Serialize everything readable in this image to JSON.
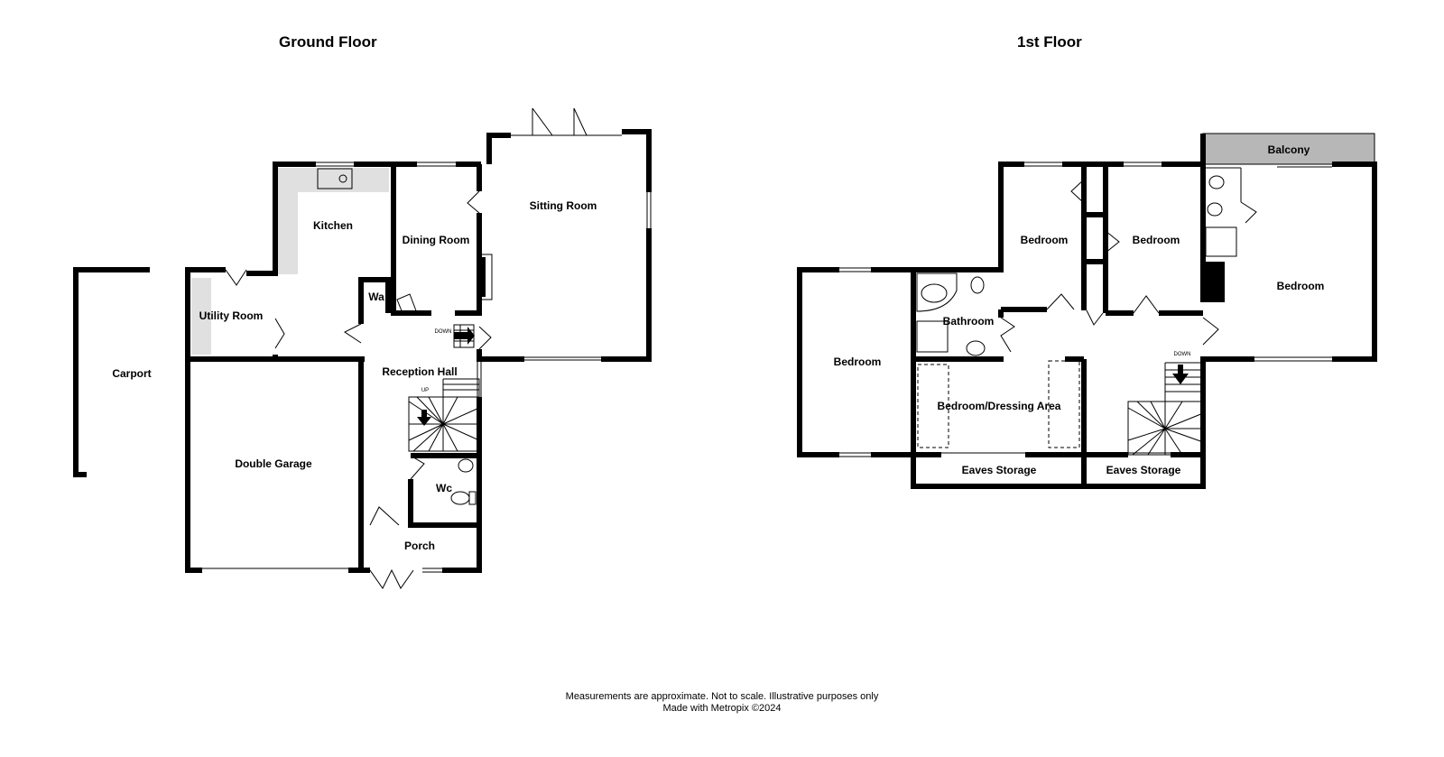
{
  "floors": {
    "ground": {
      "title": "Ground Floor",
      "rooms": {
        "carport": "Carport",
        "utility": "Utility Room",
        "kitchen": "Kitchen",
        "dining": "Dining Room",
        "sitting": "Sitting Room",
        "wa": "Wa",
        "reception": "Reception Hall",
        "garage": "Double Garage",
        "wc": "Wc",
        "porch": "Porch"
      },
      "stairs": {
        "down": "DOWN",
        "up": "UP"
      }
    },
    "first": {
      "title": "1st Floor",
      "rooms": {
        "balcony": "Balcony",
        "bedroom_left": "Bedroom",
        "bathroom": "Bathroom",
        "bedroom_mid1": "Bedroom",
        "bedroom_mid2": "Bedroom",
        "bedroom_right": "Bedroom",
        "dressing": "Bedroom/Dressing Area",
        "eaves1": "Eaves Storage",
        "eaves2": "Eaves Storage"
      },
      "stairs": {
        "down": "DOWN"
      }
    }
  },
  "colors": {
    "wall": "#000000",
    "kitchen_counter": "#e0e0e0",
    "balcony": "#b7b7b7"
  },
  "footer": {
    "line1": "Measurements are approximate.  Not to scale.  Illustrative purposes only",
    "line2": "Made with Metropix ©2024"
  }
}
